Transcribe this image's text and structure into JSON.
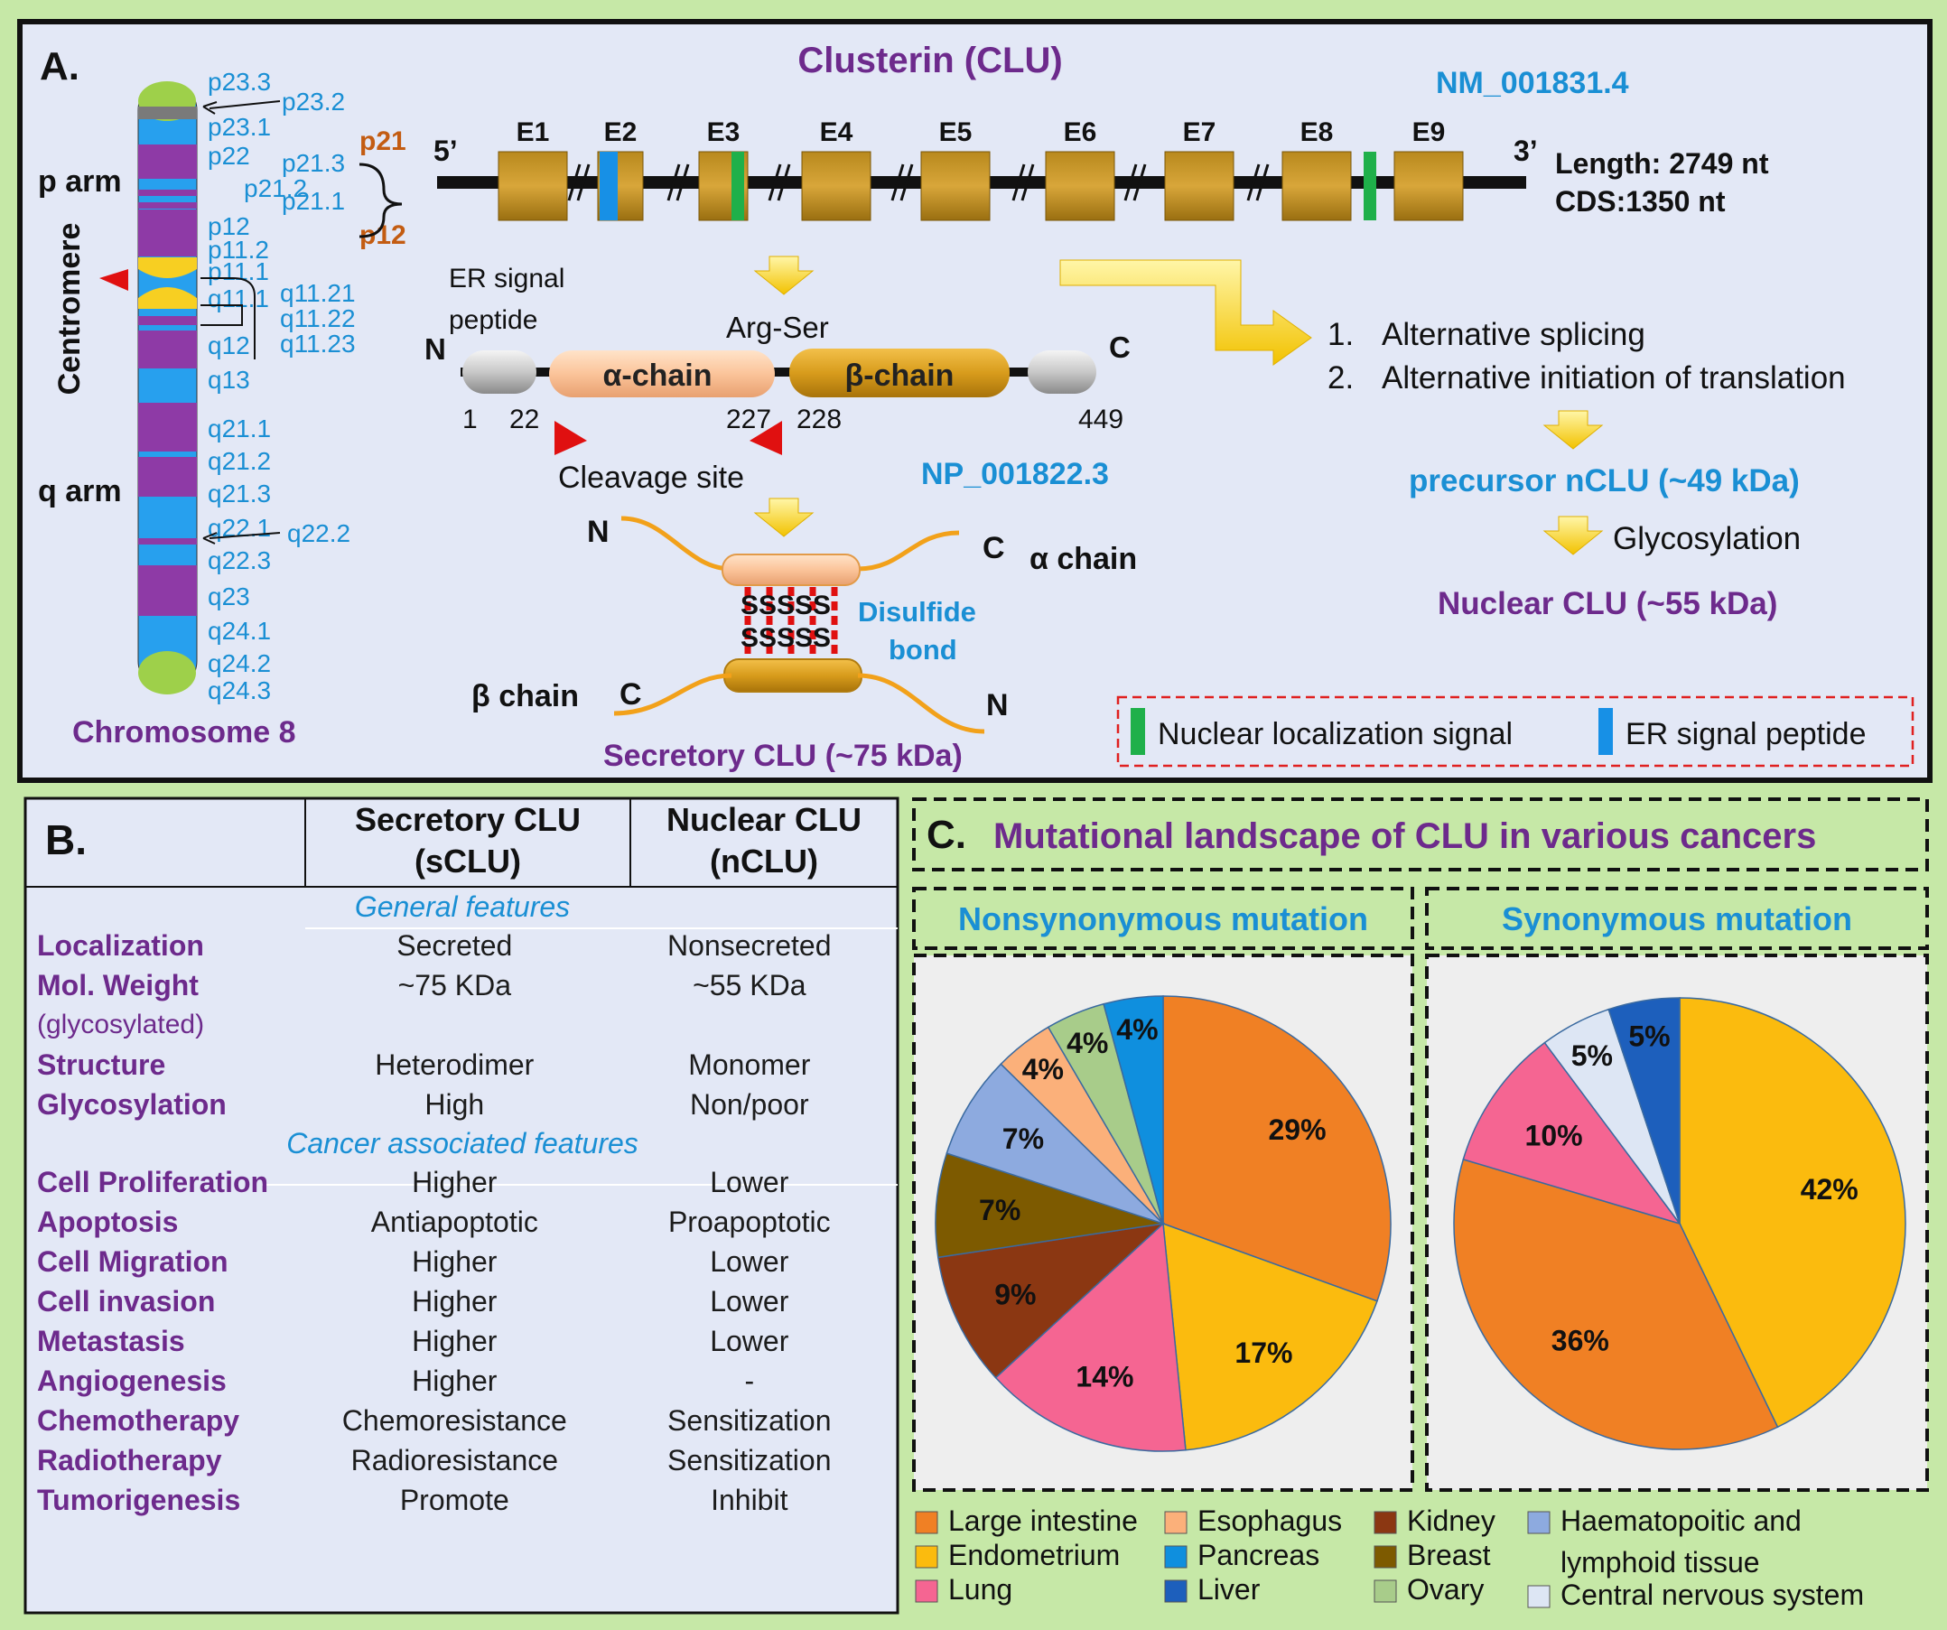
{
  "panel_a": {
    "label": "A.",
    "title": "Clusterin (CLU)",
    "refseq_mrna": "NM_001831.4",
    "length": "Length: 2749 nt",
    "cds": "CDS:1350 nt",
    "five_prime": "5’",
    "three_prime": "3’",
    "exons": [
      "E1",
      "E2",
      "E3",
      "E4",
      "E5",
      "E6",
      "E7",
      "E8",
      "E9"
    ],
    "chromosome": {
      "name": "Chromosome 8",
      "p_arm": "p arm",
      "q_arm": "q arm",
      "centromere": "Centromere",
      "bands_left": [
        "p23.3",
        "p23.1",
        "p22",
        "p12",
        "p11.2",
        "p11.1",
        "q11.1",
        "q12",
        "q13",
        "q21.1",
        "q21.2",
        "q21.3",
        "q22.1",
        "q22.3",
        "q23",
        "q24.1",
        "q24.2",
        "q24.3"
      ],
      "bands_right": [
        "p23.2",
        "p21.3",
        "p21.2",
        "p21.1",
        "q11.21",
        "q11.22",
        "q11.23",
        "q22.2"
      ],
      "gene_locus_top": "p21",
      "gene_locus_bottom": "p12"
    },
    "protein": {
      "er_signal_1": "ER signal",
      "er_signal_2": "peptide",
      "arg_ser": "Arg-Ser",
      "n_term": "N",
      "c_term": "C",
      "alpha": "α-chain",
      "beta": "β-chain",
      "positions": [
        "1",
        "22",
        "227",
        "228",
        "449"
      ],
      "cleavage": "Cleavage site",
      "refseq_protein": "NP_001822.3"
    },
    "secretory": {
      "n_top": "N",
      "c_top": "C",
      "alpha_chain": "α chain",
      "beta_chain": "β chain",
      "c_bottom": "C",
      "n_bottom": "N",
      "disulfide_1": "Disulfide",
      "disulfide_2": "bond",
      "s_row_1": "SSSSS",
      "s_row_2": "SSSSS",
      "label": "Secretory CLU (~75 kDa)"
    },
    "nuclear_path": {
      "step1_num": "1.",
      "step1": "Alternative splicing",
      "step2_num": "2.",
      "step2": "Alternative initiation of translation",
      "precursor": "precursor nCLU (~49 kDa)",
      "glyco": "Glycosylation",
      "nuclear": "Nuclear CLU (~55 kDa)"
    },
    "legend": {
      "nls": "Nuclear localization signal",
      "er": "ER signal peptide"
    }
  },
  "panel_b": {
    "label": "B.",
    "col1_line1": "Secretory CLU",
    "col1_line2": "(sCLU)",
    "col2_line1": "Nuclear CLU",
    "col2_line2": "(nCLU)",
    "section_general": "General features",
    "section_cancer": "Cancer associated features",
    "general_rows": [
      {
        "feature": "Localization",
        "s": "Secreted",
        "n": "Nonsecreted"
      },
      {
        "feature": "Mol. Weight",
        "s": "~75 KDa",
        "n": "~55 KDa"
      },
      {
        "feature": "(glycosylated)",
        "s": "",
        "n": ""
      },
      {
        "feature": "Structure",
        "s": "Heterodimer",
        "n": "Monomer"
      },
      {
        "feature": "Glycosylation",
        "s": "High",
        "n": "Non/poor"
      }
    ],
    "cancer_rows": [
      {
        "feature": "Cell Proliferation",
        "s": "Higher",
        "n": "Lower"
      },
      {
        "feature": "Apoptosis",
        "s": "Antiapoptotic",
        "n": "Proapoptotic"
      },
      {
        "feature": "Cell Migration",
        "s": "Higher",
        "n": "Lower"
      },
      {
        "feature": "Cell invasion",
        "s": "Higher",
        "n": "Lower"
      },
      {
        "feature": "Metastasis",
        "s": "Higher",
        "n": "Lower"
      },
      {
        "feature": "Angiogenesis",
        "s": "Higher",
        "n": "-"
      },
      {
        "feature": "Chemotherapy",
        "s": "Chemoresistance",
        "n": "Sensitization"
      },
      {
        "feature": "Radiotherapy",
        "s": "Radioresistance",
        "n": "Sensitization"
      },
      {
        "feature": "Tumorigenesis",
        "s": "Promote",
        "n": "Inhibit"
      }
    ]
  },
  "panel_c": {
    "label": "C.",
    "title": "Mutational landscape of CLU in various cancers",
    "legend": [
      {
        "name": "Large intestine",
        "color": "#f08024"
      },
      {
        "name": "Endometrium",
        "color": "#fbbb0e"
      },
      {
        "name": "Lung",
        "color": "#f56592"
      },
      {
        "name": "Esophagus",
        "color": "#fbb07a"
      },
      {
        "name": "Pancreas",
        "color": "#0f8fde"
      },
      {
        "name": "Liver",
        "color": "#1d5fbc"
      },
      {
        "name": "Kidney",
        "color": "#8b3712"
      },
      {
        "name": "Breast",
        "color": "#7d5a00"
      },
      {
        "name": "Ovary",
        "color": "#a8cc8a"
      },
      {
        "name": "Haematopoitic and",
        "color": "#8daadf"
      },
      {
        "name": "lymphoid tissue",
        "color": ""
      },
      {
        "name": "Central nervous system",
        "color": "#dde6f4"
      }
    ]
  },
  "chart_data": [
    {
      "type": "pie",
      "title": "Nonsynonymous mutation",
      "slices": [
        {
          "label": "29%",
          "value": 29,
          "color": "#f08024"
        },
        {
          "label": "17%",
          "value": 17,
          "color": "#fbbb0e"
        },
        {
          "label": "14%",
          "value": 14,
          "color": "#f56592"
        },
        {
          "label": "9%",
          "value": 9,
          "color": "#8b3712"
        },
        {
          "label": "7%",
          "value": 7,
          "color": "#7d5a00"
        },
        {
          "label": "7%",
          "value": 7,
          "color": "#8daadf"
        },
        {
          "label": "4%",
          "value": 4,
          "color": "#fbb07a"
        },
        {
          "label": "4%",
          "value": 4,
          "color": "#a8cc8a"
        },
        {
          "label": "4%",
          "value": 4,
          "color": "#0f8fde"
        }
      ]
    },
    {
      "type": "pie",
      "title": "Synonymous mutation",
      "slices": [
        {
          "label": "42%",
          "value": 42,
          "color": "#fbbb0e"
        },
        {
          "label": "36%",
          "value": 36,
          "color": "#f08024"
        },
        {
          "label": "10%",
          "value": 10,
          "color": "#f56592"
        },
        {
          "label": "5%",
          "value": 5,
          "color": "#dde6f4"
        },
        {
          "label": "5%",
          "value": 5,
          "color": "#1d5fbc"
        }
      ]
    }
  ]
}
